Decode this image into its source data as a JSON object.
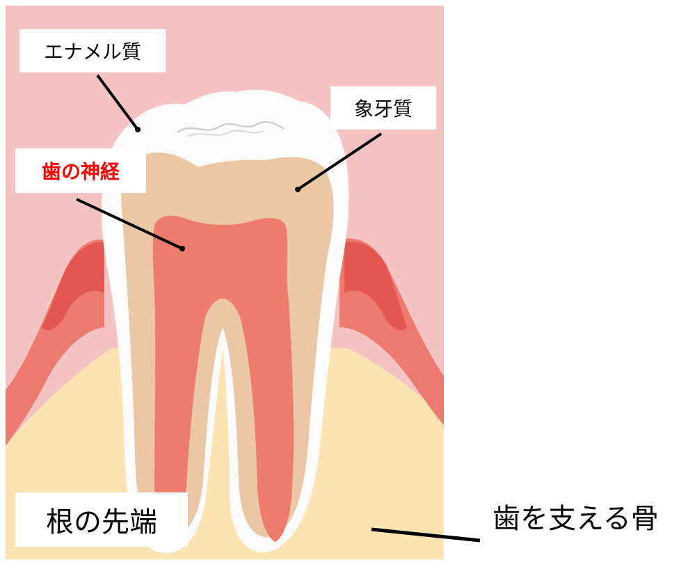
{
  "labels": {
    "enamel": "エナメル質",
    "dentin": "象牙質",
    "nerve": "歯の神経",
    "root_tip": "根の先端",
    "bone": "歯を支える骨"
  },
  "colors": {
    "background_top": "#f5c4c2",
    "bone": "#fbe3b2",
    "gum": "#ec7a6f",
    "gum_dark": "#e2574f",
    "enamel": "#fbfbfb",
    "dentin": "#ecc7a6",
    "pulp": "#ee7c6c",
    "nerve_label_text": "#ff0000"
  }
}
